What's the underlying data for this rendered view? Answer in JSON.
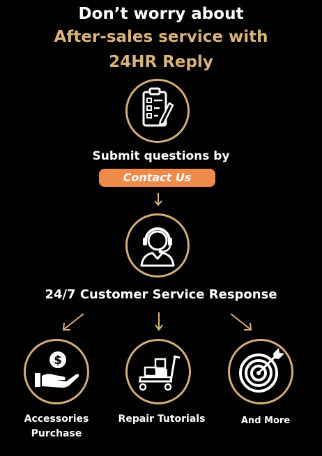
{
  "header": {
    "line1": "Don’t worry about",
    "line2": "After-sales service with",
    "line3": "24HR Reply"
  },
  "step1": {
    "text": "Submit questions by",
    "button_label": "Contact Us",
    "icon": "checklist-icon"
  },
  "step2": {
    "text": "24/7 Customer Service Response",
    "icon": "headset-agent-icon"
  },
  "options": [
    {
      "label_line1": "Accessories",
      "label_line2": "Purchase",
      "icon": "dollar-hand-icon"
    },
    {
      "label_line1": "Repair Tutorials",
      "label_line2": "",
      "icon": "tool-cart-icon"
    },
    {
      "label_line1": "And More",
      "label_line2": "",
      "icon": "target-arrow-icon"
    }
  ],
  "colors": {
    "background": "#000000",
    "gold": "#d9b27c",
    "accent": "#f08a4b",
    "text": "#ffffff"
  }
}
